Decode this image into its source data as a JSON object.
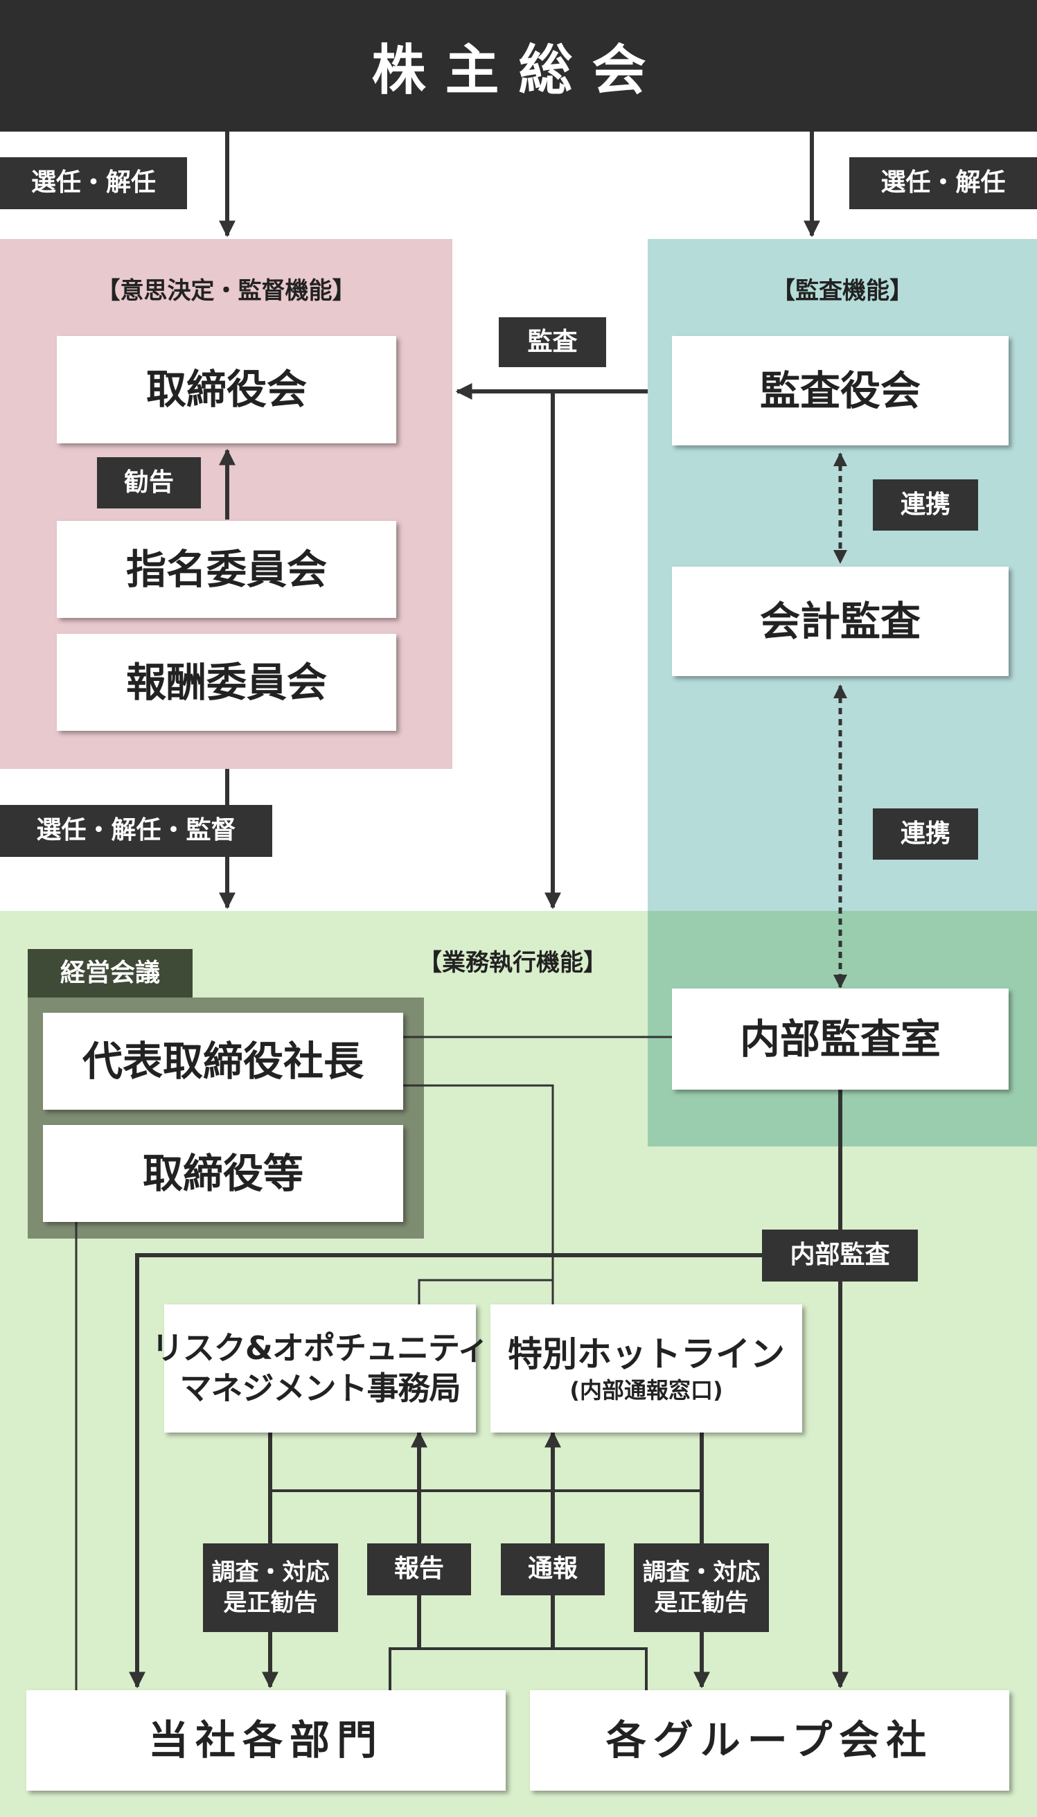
{
  "header": {
    "title": "株主総会"
  },
  "zones": {
    "decision": {
      "title": "【意思決定・監督機能】"
    },
    "audit": {
      "title": "【監査機能】"
    },
    "execution": {
      "title": "【業務執行機能】"
    }
  },
  "boxes": {
    "board_of_directors": "取締役会",
    "nomination_committee": "指名委員会",
    "compensation_committee": "報酬委員会",
    "audit_board": "監査役会",
    "accounting_auditor": "会計監査",
    "internal_audit_office": "内部監査室",
    "management_meeting_label": "経営会議",
    "ceo": "代表取締役社長",
    "directors_etc": "取締役等",
    "risk_office": {
      "line1": "リスク&オポチュニティ",
      "line2": "マネジメント事務局"
    },
    "hotline": {
      "line1": "特別ホットライン",
      "line2": "(内部通報窓口)"
    },
    "company_departments": "当社各部門",
    "group_companies": "各グループ会社"
  },
  "labels": {
    "elect_dismiss_left": "選任・解任",
    "elect_dismiss_right": "選任・解任",
    "audit": "監査",
    "advice": "勧告",
    "cooperation_1": "連携",
    "cooperation_2": "連携",
    "elect_dismiss_supervise": "選任・解任・監督",
    "internal_audit": "内部監査",
    "investigate_left": {
      "line1": "調査・対応",
      "line2": "是正勧告"
    },
    "report": "報告",
    "whistleblow": "通報",
    "investigate_right": {
      "line1": "調査・対応",
      "line2": "是正勧告"
    }
  },
  "colors": {
    "dark": "#2e2e2e",
    "pink_zone": "#e8c9cd",
    "teal_zone": "#b5dcd9",
    "green_zone": "#d9eecb",
    "overlap_zone": "#9acdae",
    "management_frame": "#7e8c72"
  }
}
